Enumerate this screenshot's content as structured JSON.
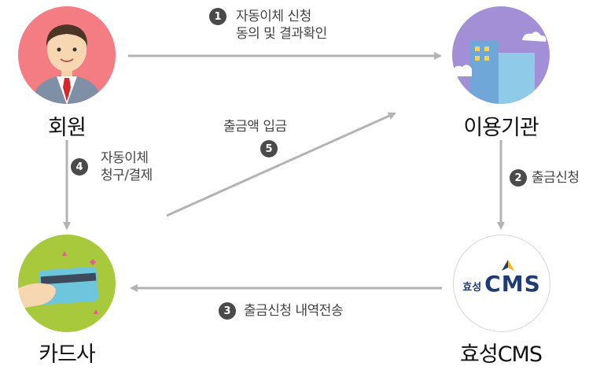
{
  "nodes": {
    "member": {
      "label": "회원"
    },
    "institution": {
      "label": "이용기관"
    },
    "card": {
      "label": "카드사"
    },
    "hyosung": {
      "label": "효성CMS",
      "logo_small": "효성",
      "logo_big": "CMS"
    }
  },
  "steps": [
    {
      "num": "1",
      "line1": "자동이체 신청",
      "line2": "동의 및 결과확인"
    },
    {
      "num": "2",
      "line1": "출금신청"
    },
    {
      "num": "3",
      "line1": "출금신청 내역전송"
    },
    {
      "num": "4",
      "line1": "자동이체",
      "line2": "청구/결제"
    },
    {
      "num": "5",
      "line1": "출금액 입금"
    }
  ],
  "colors": {
    "arrow": "#b3b3b3",
    "member_bg": "#f47c83",
    "institution_bg": "#a38fd6",
    "card_bg": "#a8c93b",
    "badge": "#4a4a4a",
    "hyosung_navy": "#1f3b73"
  }
}
